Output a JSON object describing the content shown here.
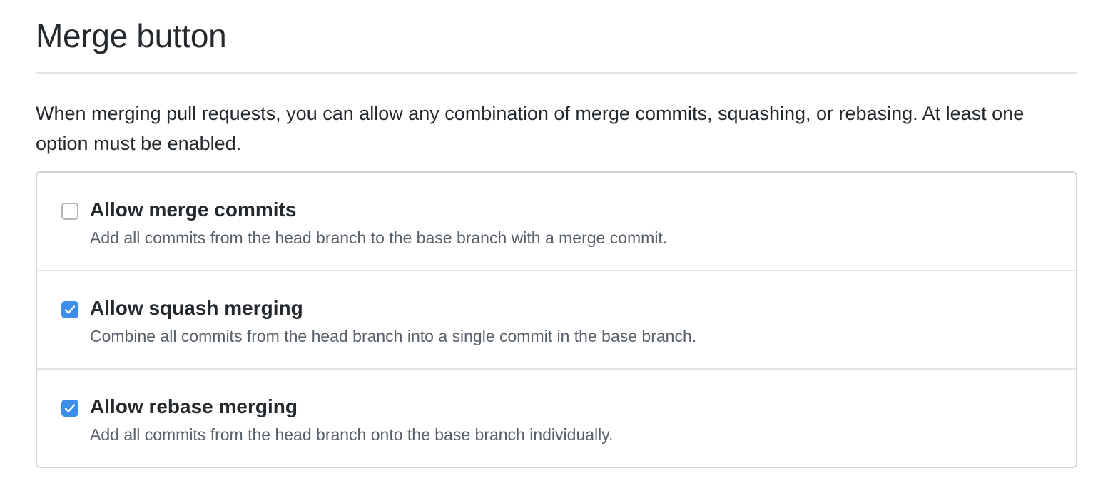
{
  "section": {
    "title": "Merge button",
    "description": "When merging pull requests, you can allow any combination of merge commits, squashing, or rebasing. At least one option must be enabled."
  },
  "options": [
    {
      "label": "Allow merge commits",
      "description": "Add all commits from the head branch to the base branch with a merge commit.",
      "checked": false
    },
    {
      "label": "Allow squash merging",
      "description": "Combine all commits from the head branch into a single commit in the base branch.",
      "checked": true
    },
    {
      "label": "Allow rebase merging",
      "description": "Add all commits from the head branch onto the base branch individually.",
      "checked": true
    }
  ],
  "colors": {
    "checkbox_checked": "#3b8eea",
    "text_primary": "#24292e",
    "text_secondary": "#586069",
    "border": "#d1d5da"
  }
}
